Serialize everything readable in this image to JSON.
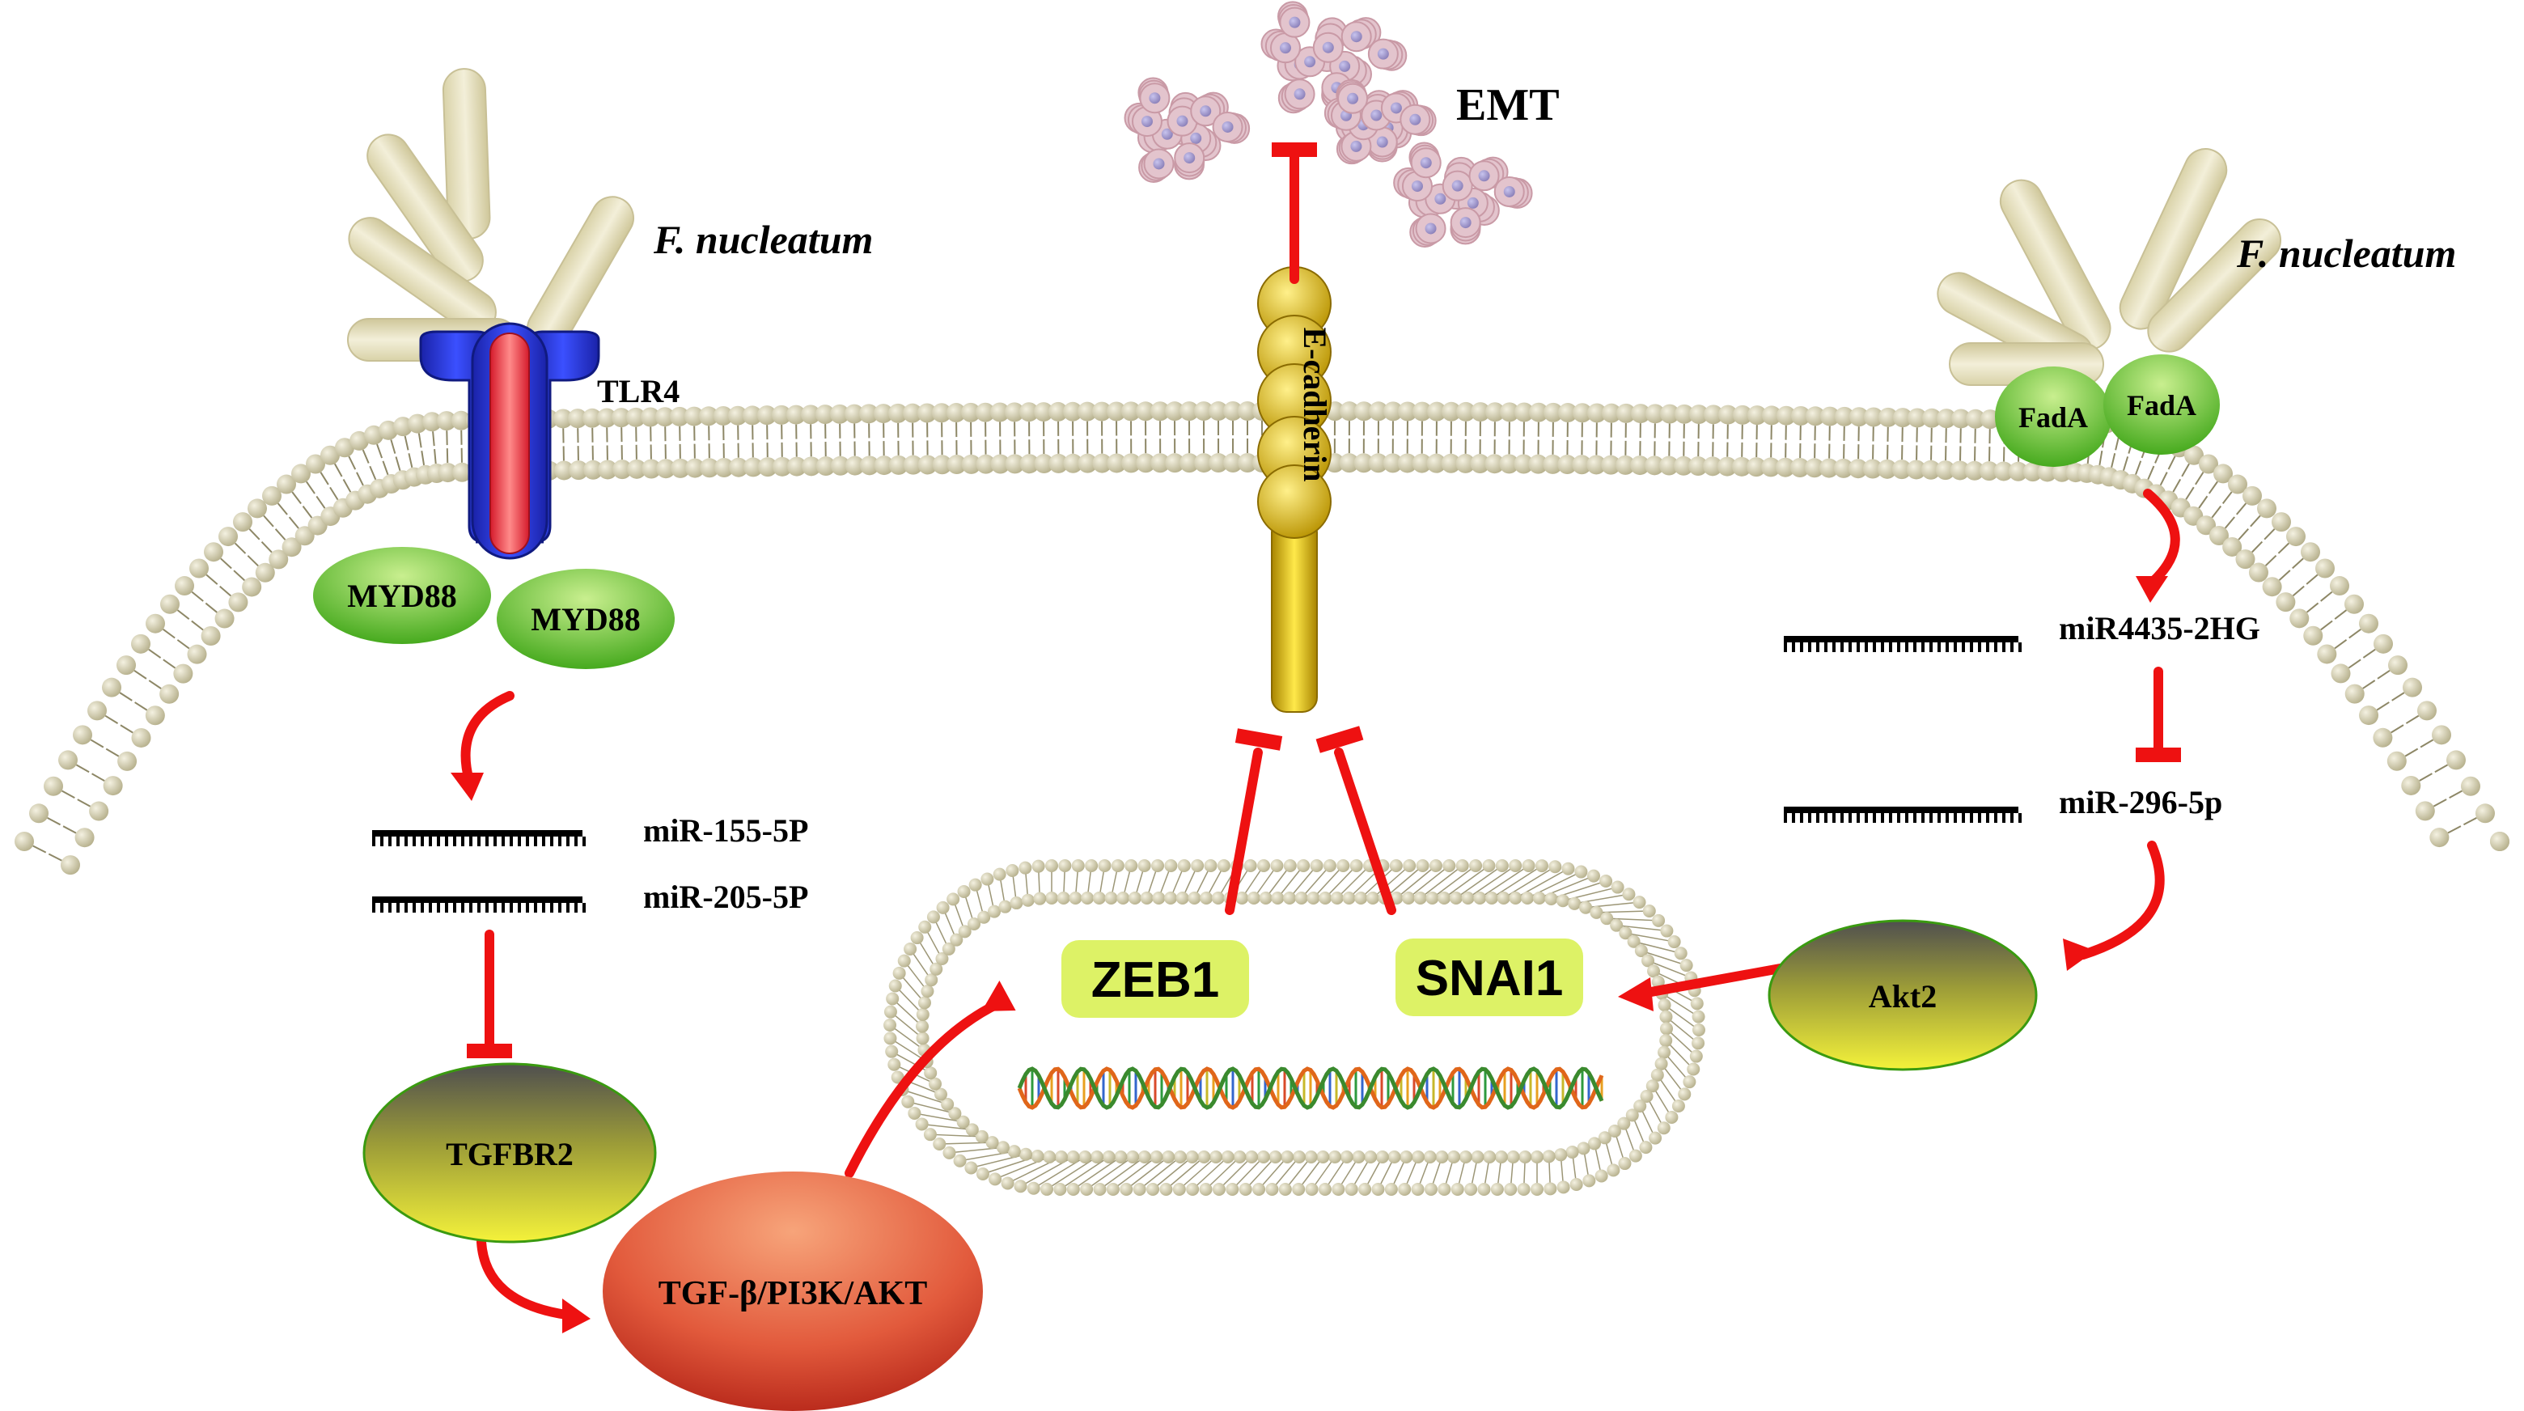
{
  "labels": {
    "bacterium_left": "F. nucleatum",
    "bacterium_right": "F. nucleatum",
    "emt": "EMT",
    "tlr4": "TLR4",
    "myd88_a": "MYD88",
    "myd88_b": "MYD88",
    "ecadherin": "E-cadherin",
    "fada_a": "FadA",
    "fada_b": "FadA",
    "mir155": "miR-155-5P",
    "mir205": "miR-205-5P",
    "mir4435": "miR4435-2HG",
    "mir296": "miR-296-5p",
    "tgfbr2": "TGFBR2",
    "tgf_pathway": "TGF-β/PI3K/AKT",
    "zeb1": "ZEB1",
    "snai1": "SNAI1",
    "akt2": "Akt2"
  },
  "colors": {
    "arrow": "#ee1111",
    "membrane_head": "#c9c3a3",
    "tlr4_body": "#2233dd",
    "tlr4_core": "#ee4455",
    "green_node": "#5cbf2a",
    "ecadherin_gold": "#d9b400",
    "gene_box": "#ddf266",
    "tgf_node": "#e8664a"
  }
}
